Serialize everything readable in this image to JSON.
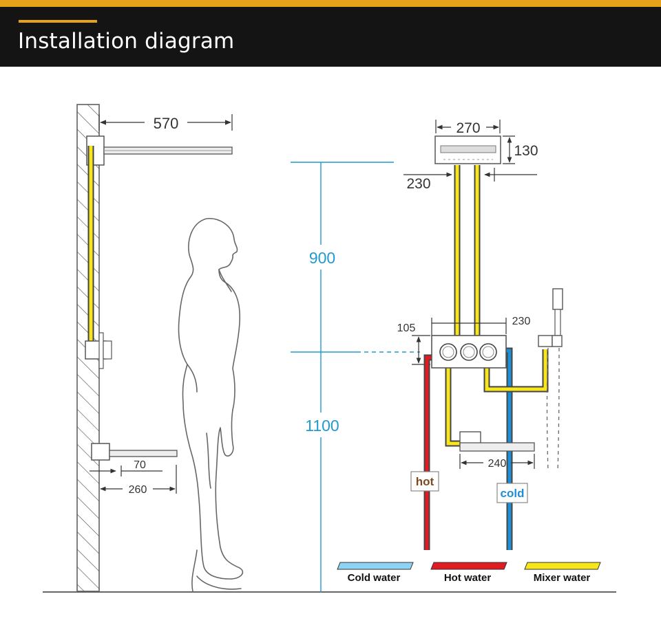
{
  "header": {
    "title": "Installation diagram",
    "accent_color": "#e8a21a",
    "background_color": "#141414"
  },
  "dimensions": {
    "shower_arm_length": "570",
    "spout_offset": "70",
    "spout_reach": "260",
    "height_upper": "900",
    "height_lower": "1100",
    "head_width": "270",
    "head_height": "130",
    "head_depth": "230",
    "valve_height": "105",
    "valve_width": "230",
    "spout_width": "240"
  },
  "pipe_labels": {
    "hot": "hot",
    "cold": "cold"
  },
  "legend": {
    "cold": "Cold water",
    "hot": "Hot water",
    "mixer": "Mixer water"
  },
  "colors": {
    "cold_water": "#1e8fd6",
    "hot_water": "#e11b22",
    "mixer_water": "#f7e61c",
    "dimension_blue": "#1f9bd0"
  }
}
